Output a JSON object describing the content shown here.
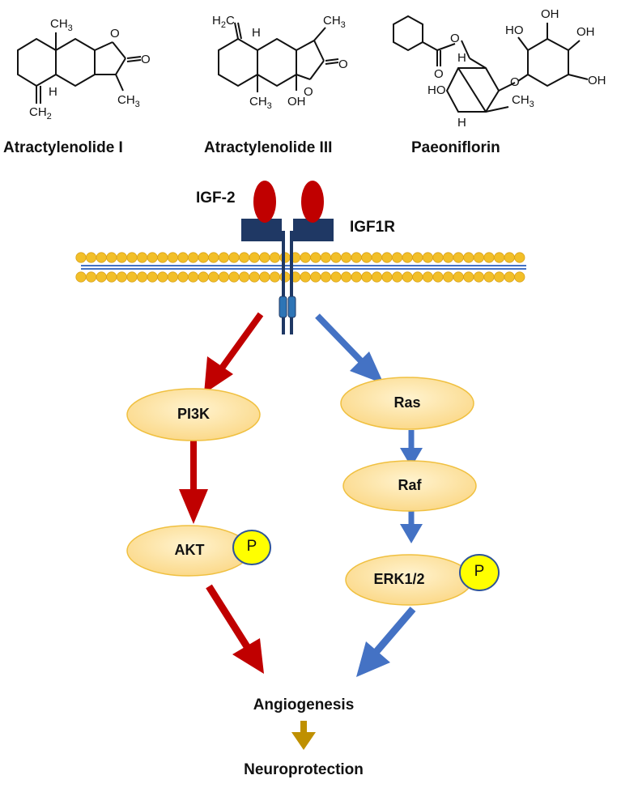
{
  "compounds": {
    "atractylenolide_i": "Atractylenolide I",
    "atractylenolide_iii": "Atractylenolide III",
    "paeoniflorin": "Paeoniflorin"
  },
  "receptor": {
    "ligand": "IGF-2",
    "receptor": "IGF1R"
  },
  "pathways": {
    "pi3k": "PI3K",
    "akt": "AKT",
    "ras": "Ras",
    "raf": "Raf",
    "erk": "ERK1/2",
    "phospho": "P"
  },
  "outcomes": {
    "angiogenesis": "Angiogenesis",
    "neuroprotection": "Neuroprotection"
  },
  "colors": {
    "pi3k_arrow": "#c00000",
    "mapk_arrow": "#4472c4",
    "outcome_arrow": "#bf9000",
    "node_fill": "#fce4a8",
    "node_stroke": "#f0c040",
    "phospho_fill": "#ffff00",
    "phospho_stroke": "#2f5597",
    "membrane": "#f2bf28",
    "receptor": "#1f3864",
    "ligand": "#c00000"
  }
}
